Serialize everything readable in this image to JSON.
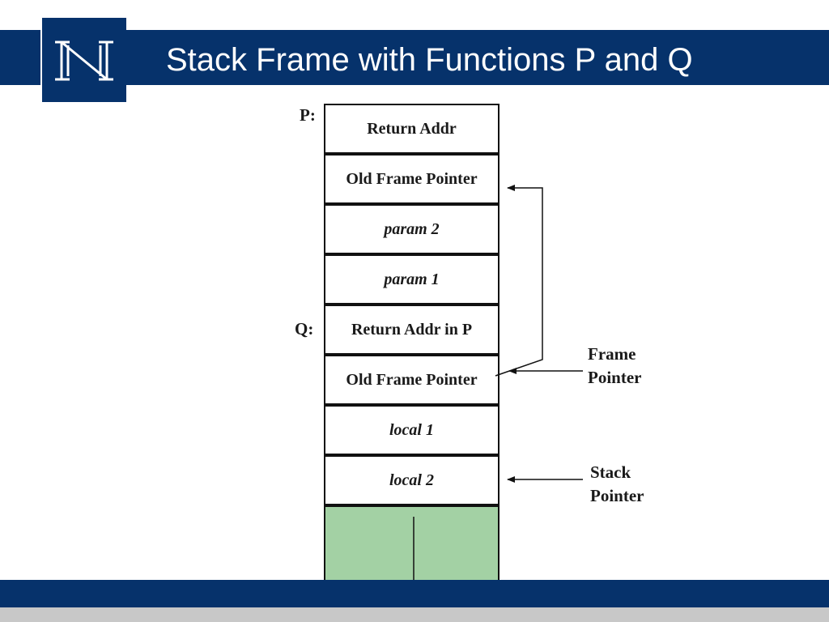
{
  "slide": {
    "title": "Stack Frame with Functions P and Q",
    "logo_icon": "university-n-logo-icon"
  },
  "diagram": {
    "frame_labels": {
      "p": "P:",
      "q": "Q:"
    },
    "stack_cells": [
      {
        "label": "Return Addr",
        "style": "normal"
      },
      {
        "label": "Old Frame Pointer",
        "style": "normal"
      },
      {
        "label": "param 2",
        "style": "italic"
      },
      {
        "label": "param 1",
        "style": "italic"
      },
      {
        "label": "Return Addr in P",
        "style": "normal"
      },
      {
        "label": "Old Frame Pointer",
        "style": "normal"
      },
      {
        "label": "local 1",
        "style": "italic"
      },
      {
        "label": "local 2",
        "style": "italic"
      }
    ],
    "frame_pointer": {
      "line1": "Frame",
      "line2": "Pointer"
    },
    "stack_pointer": {
      "line1": "Stack",
      "line2": "Pointer"
    },
    "growth_color": "#a3d1a4",
    "band_color": "#06326b"
  }
}
